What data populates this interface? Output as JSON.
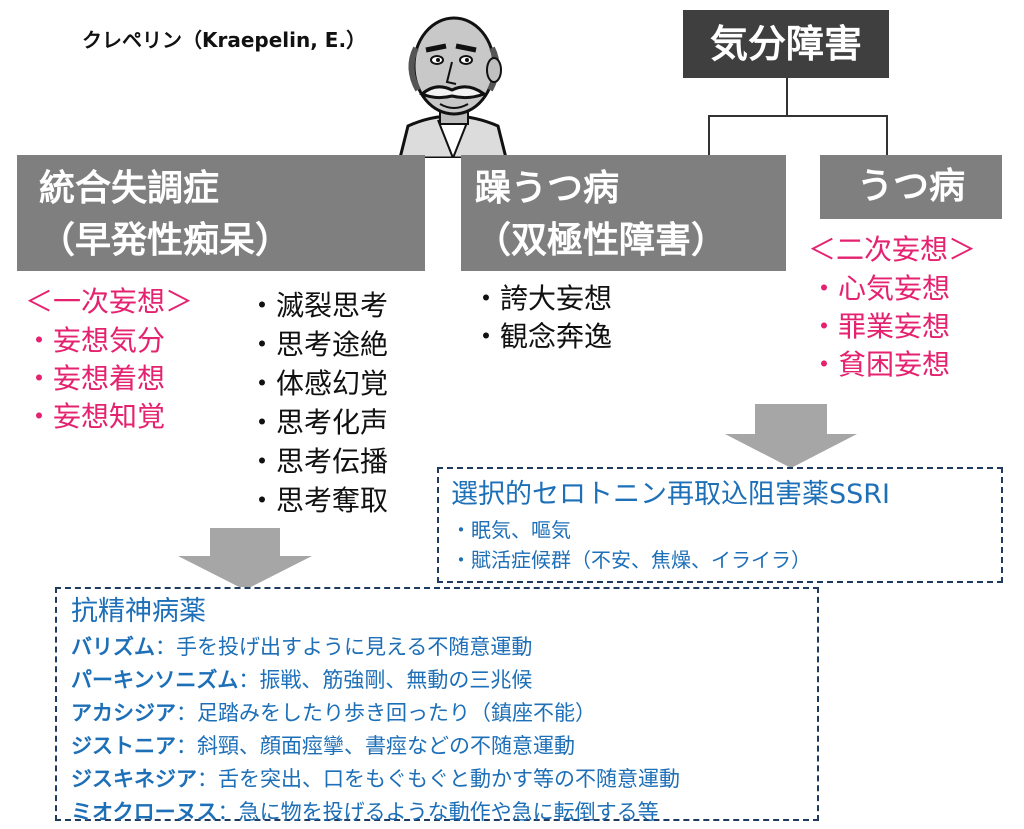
{
  "header": {
    "caption": "クレペリン（Kraepelin, E.）",
    "top_box": "気分障害"
  },
  "schizophrenia": {
    "title_line1": "統合失調症",
    "title_line2": "（早発性痴呆）",
    "primary_label": "＜一次妄想＞",
    "primary_items": [
      "・妄想気分",
      "・妄想着想",
      "・妄想知覚"
    ],
    "other_items": [
      "・滅裂思考",
      "・思考途絶",
      "・体感幻覚",
      "・思考化声",
      "・思考伝播",
      "・思考奪取"
    ]
  },
  "bipolar": {
    "title_line1": "躁うつ病",
    "title_line2": "（双極性障害）",
    "items": [
      "・誇大妄想",
      "・観念奔逸"
    ]
  },
  "depression": {
    "title": "うつ病",
    "secondary_label": "＜二次妄想＞",
    "secondary_items": [
      "・心気妄想",
      "・罪業妄想",
      "・貧困妄想"
    ]
  },
  "ssri": {
    "title": "選択的セロトニン再取込阻害薬SSRI",
    "items": [
      "・眠気、嘔気",
      "・賦活症候群（不安、焦燥、イライラ）"
    ]
  },
  "antipsychotic": {
    "title": "抗精神病薬",
    "rows": [
      {
        "term": "バリズム",
        "desc": "：手を投げ出すように見える不随意運動"
      },
      {
        "term": "パーキンソニズム",
        "desc": "：振戦、筋強剛、無動の三兆候"
      },
      {
        "term": "アカシジア",
        "desc": "：足踏みをしたり歩き回ったり（鎮座不能）"
      },
      {
        "term": "ジストニア",
        "desc": "：斜頸、顔面痙攣、書痙などの不随意運動"
      },
      {
        "term": "ジスキネジア",
        "desc": "：舌を突出、口をもぐもぐと動かす等の不随意運動"
      },
      {
        "term": "ミオクローヌス",
        "desc": "：急に物を投げるような動作や急に転倒する等"
      }
    ]
  },
  "colors": {
    "gray_box": "#7f7f7f",
    "dark_box": "#3f3f3f",
    "pink": "#e5226f",
    "blue": "#1d6fb7",
    "dashed_border": "#1f3a5f",
    "arrow_gray": "#a6a6a6"
  }
}
